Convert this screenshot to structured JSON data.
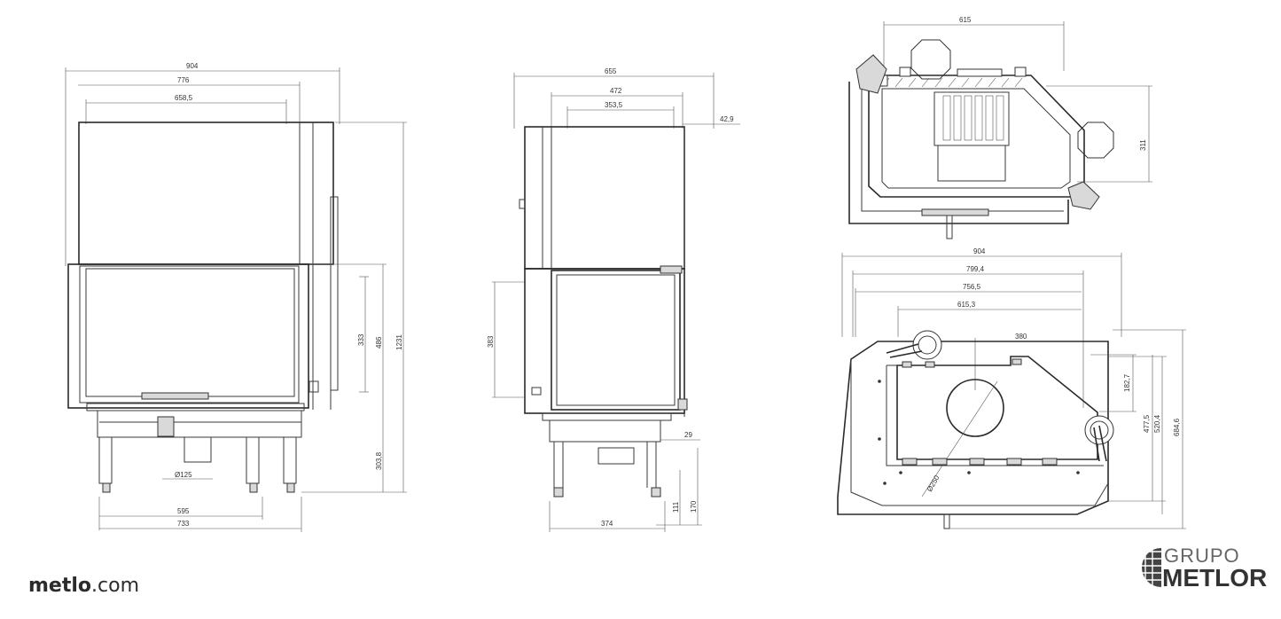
{
  "footer": {
    "site_name": "metlo",
    "site_domain": ".com"
  },
  "brand": {
    "line1": "GRUPO",
    "line2": "METLOR"
  },
  "front_view": {
    "dims": [
      "904",
      "776",
      "658,5",
      "333",
      "486",
      "1231",
      "303,8",
      "Ø125",
      "595",
      "733"
    ]
  },
  "side_view": {
    "dims": [
      "655",
      "472",
      "353,5",
      "42,9",
      "383",
      "29",
      "111",
      "170",
      "374"
    ]
  },
  "top_view": {
    "dims": [
      "615",
      "311"
    ]
  },
  "plan_view": {
    "dims": [
      "904",
      "799,4",
      "756,5",
      "615,3",
      "380",
      "182,7",
      "477,5",
      "520,4",
      "684,6",
      "Ø250"
    ]
  }
}
